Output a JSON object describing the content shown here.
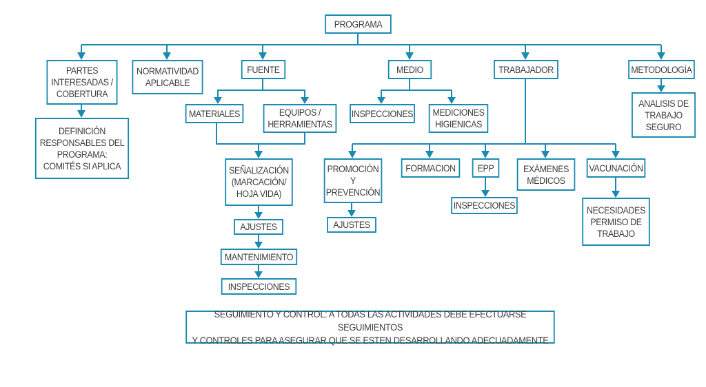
{
  "colors": {
    "accent": "#1a8ab0",
    "text": "#3d3d3d",
    "background": "#ffffff"
  },
  "nodes": {
    "programa": "PROGRAMA",
    "partes": "PARTES\nINTERESADAS /\nCOBERTURA",
    "definicion": "DEFINICIÓN\nRESPONSABLES DEL\nPROGRAMA:\nCOMITÉS SI APLICA",
    "normatividad": "NORMATIVIDAD\nAPLICABLE",
    "fuente": "FUENTE",
    "materiales": "MATERIALES",
    "equipos": "EQUIPOS /\nHERRAMIENTAS",
    "senalizacion": "SEÑALIZACIÓN\n(MARCACIÓN/\nHOJA VIDA)",
    "ajustes_fuente": "AJUSTES",
    "mantenimiento": "MANTENIMIENTO",
    "inspecciones_fuente": "INSPECCIONES",
    "medio": "MEDIO",
    "inspecciones_medio": "INSPECCIONES",
    "mediciones": "MEDICIONES\nHIGIENICAS",
    "trabajador": "TRABAJADOR",
    "promocion": "PROMOCIÓN\nY\nPREVENCIÓN",
    "ajustes_promocion": "AJUSTES",
    "formacion": "FORMACION",
    "epp": "EPP",
    "inspecciones_epp": "INSPECCIONES",
    "examenes": "EXÁMENES\nMÉDICOS",
    "vacunacion": "VACUNACIÓN",
    "necesidades": "NECESIDADES\nPERMISO DE\nTRABAJO",
    "metodologia": "METODOLOGÍA",
    "analisis": "ANALISIS DE\nTRABAJO\nSEGURO",
    "seguimiento": "SEGUIMIENTO Y CONTROL: A TODAS LAS ACTIVIDADES DEBE EFECTUARSE SEGUIMIENTOS\nY CONTROLES PARA ASEGURAR QUE SE ESTEN DESARROLLANDO ADECUADAMENTE"
  },
  "edges": [
    [
      "programa",
      "partes"
    ],
    [
      "programa",
      "normatividad"
    ],
    [
      "programa",
      "fuente"
    ],
    [
      "programa",
      "medio"
    ],
    [
      "programa",
      "trabajador"
    ],
    [
      "programa",
      "metodologia"
    ],
    [
      "partes",
      "definicion"
    ],
    [
      "fuente",
      "materiales"
    ],
    [
      "fuente",
      "equipos"
    ],
    [
      "materiales",
      "senalizacion"
    ],
    [
      "equipos",
      "senalizacion"
    ],
    [
      "senalizacion",
      "ajustes_fuente"
    ],
    [
      "ajustes_fuente",
      "mantenimiento"
    ],
    [
      "mantenimiento",
      "inspecciones_fuente"
    ],
    [
      "medio",
      "inspecciones_medio"
    ],
    [
      "medio",
      "mediciones"
    ],
    [
      "trabajador",
      "promocion"
    ],
    [
      "trabajador",
      "formacion"
    ],
    [
      "trabajador",
      "epp"
    ],
    [
      "trabajador",
      "examenes"
    ],
    [
      "trabajador",
      "vacunacion"
    ],
    [
      "promocion",
      "ajustes_promocion"
    ],
    [
      "epp",
      "inspecciones_epp"
    ],
    [
      "vacunacion",
      "necesidades"
    ],
    [
      "metodologia",
      "analisis"
    ]
  ]
}
